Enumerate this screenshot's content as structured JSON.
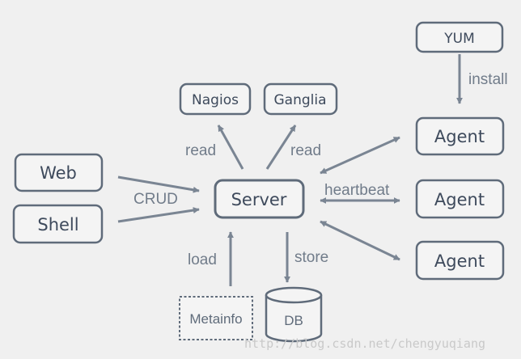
{
  "nodes": {
    "web": "Web",
    "shell": "Shell",
    "nagios": "Nagios",
    "ganglia": "Ganglia",
    "server": "Server",
    "yum": "YUM",
    "agent_top": "Agent",
    "agent_mid": "Agent",
    "agent_bottom": "Agent",
    "metainfo": "Metainfo",
    "db": "DB"
  },
  "edges": {
    "crud": "CRUD",
    "read_nagios": "read",
    "read_ganglia": "read",
    "install": "install",
    "heartbeat": "heartbeat",
    "load": "load",
    "store": "store"
  },
  "watermark": "http://blog.csdn.net/chengyuqiang",
  "colors": {
    "background": "#f0f0f0",
    "box_fill": "#f4f4f4",
    "stroke": "#5f6b7a",
    "arrow": "#7a8593",
    "text": "#3e4a5c",
    "label": "#717c8a"
  }
}
